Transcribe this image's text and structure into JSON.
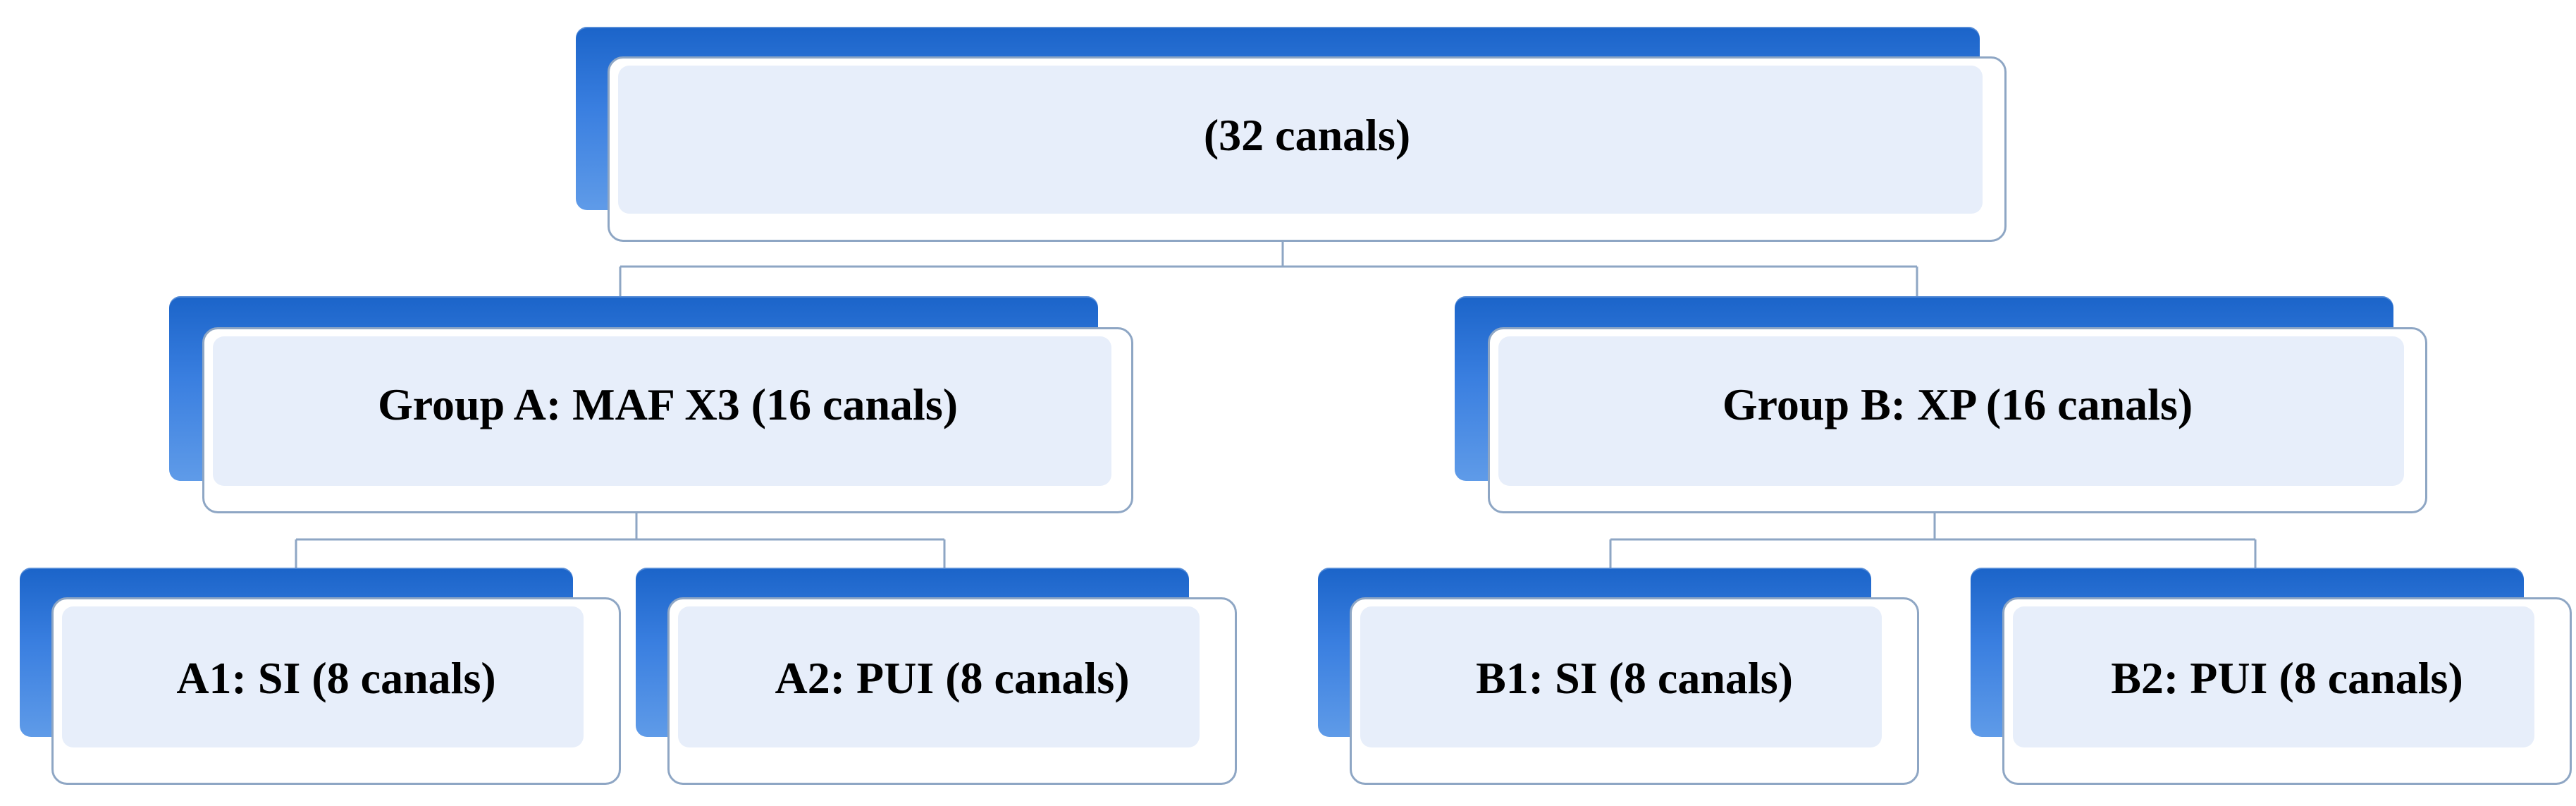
{
  "diagram": {
    "root": {
      "label": "(32 canals)"
    },
    "group_a": {
      "label": "Group A: MAF X3 (16 canals)",
      "children": [
        {
          "label": "A1: SI (8 canals)"
        },
        {
          "label": "A2: PUI (8 canals)"
        }
      ]
    },
    "group_b": {
      "label": "Group B: XP (16 canals)",
      "children": [
        {
          "label": "B1: SI (8 canals)"
        },
        {
          "label": "B2: PUI (8 canals)"
        }
      ]
    }
  },
  "colors": {
    "box_accent": "#2a6fd4",
    "box_fill": "#e7eefa",
    "box_border": "#8ea6c4",
    "connector": "#8ea6c4"
  }
}
